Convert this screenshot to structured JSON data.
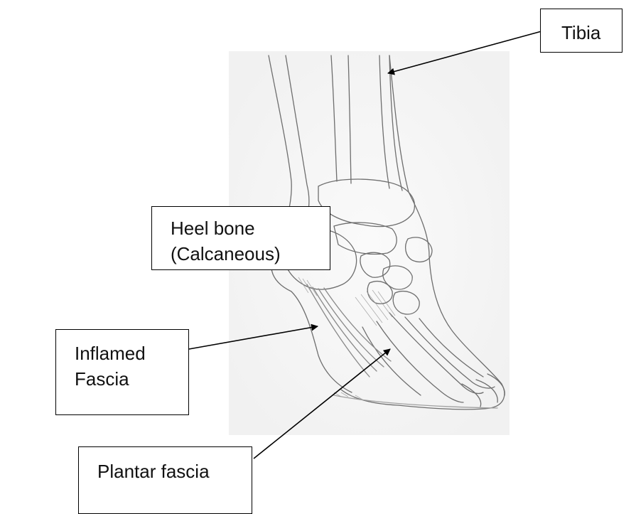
{
  "labels": {
    "tibia": "Tibia",
    "heel_bone_line1": "Heel bone",
    "heel_bone_line2": "(Calcaneous)",
    "inflamed_line1": "Inflamed",
    "inflamed_line2": "Fascia",
    "plantar_fascia": "Plantar fascia"
  },
  "colors": {
    "line": "#000000",
    "sketch": "#6e6e6e",
    "shade": "#9a9a9a",
    "background": "#ffffff"
  }
}
